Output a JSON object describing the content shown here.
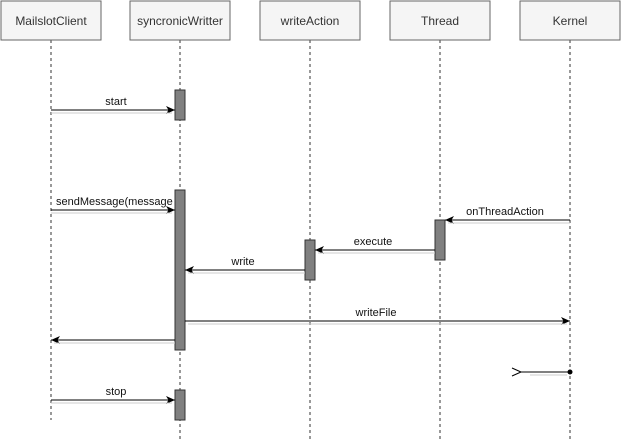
{
  "participants": [
    {
      "id": "mailslot",
      "label": "MailslotClient"
    },
    {
      "id": "syncwriter",
      "label": "syncronicWritter"
    },
    {
      "id": "writeaction",
      "label": "writeAction"
    },
    {
      "id": "thread",
      "label": "Thread"
    },
    {
      "id": "kernel",
      "label": "Kernel"
    }
  ],
  "messages": [
    {
      "id": "start",
      "label": "start"
    },
    {
      "id": "sendmessage",
      "label": "sendMessage(message"
    },
    {
      "id": "onthreadaction",
      "label": "onThreadAction"
    },
    {
      "id": "execute",
      "label": "execute"
    },
    {
      "id": "write",
      "label": "write"
    },
    {
      "id": "writefile",
      "label": "writeFile"
    },
    {
      "id": "return",
      "label": ""
    },
    {
      "id": "kernel-async",
      "label": ""
    },
    {
      "id": "stop",
      "label": "stop"
    }
  ],
  "colors": {
    "box_fill": "#f5f5f5",
    "box_stroke": "#666666",
    "activation_fill": "#808080",
    "line": "#333333"
  }
}
